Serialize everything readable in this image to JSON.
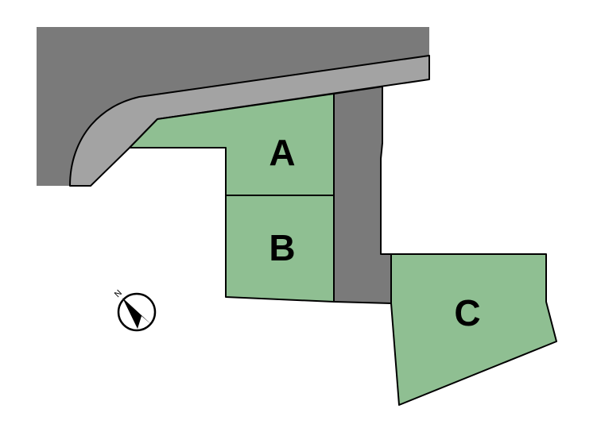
{
  "map": {
    "lots": [
      {
        "id": "A",
        "label": "A"
      },
      {
        "id": "B",
        "label": "B"
      },
      {
        "id": "C",
        "label": "C"
      }
    ],
    "compass": {
      "letter": "N",
      "icon": "north-arrow-icon"
    },
    "colors": {
      "lot_fill": "#8fbf92",
      "road_dark": "#7a7a7a",
      "road_light": "#a3a3a3",
      "outline": "#000000"
    }
  }
}
